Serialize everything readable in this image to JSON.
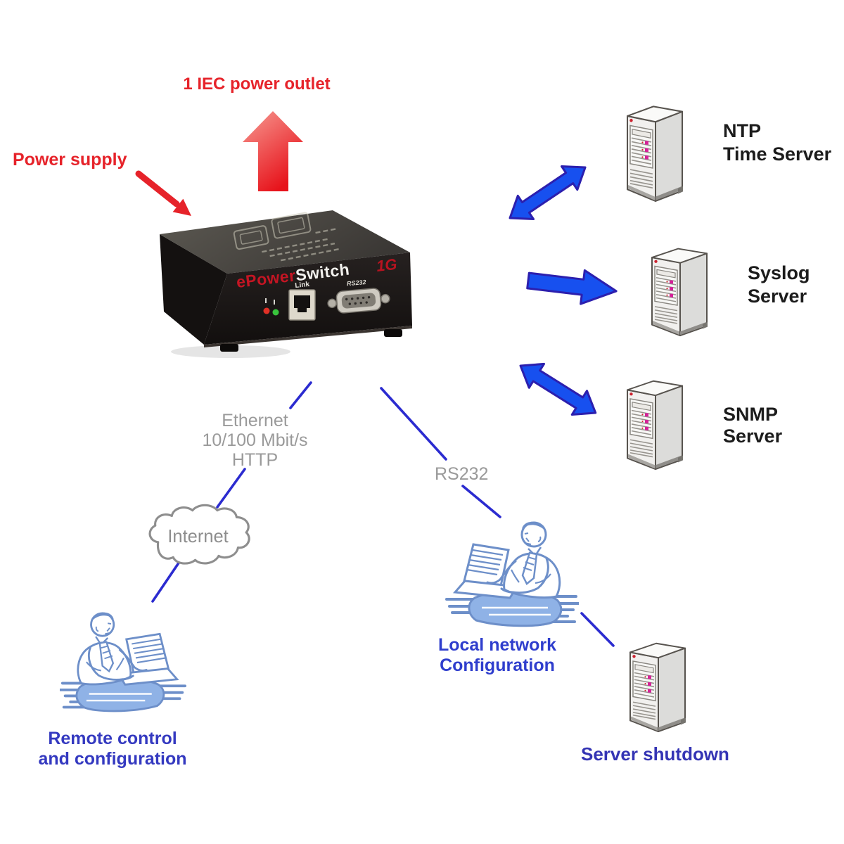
{
  "power": {
    "outlet_label": "1 IEC power outlet",
    "supply_label": "Power supply"
  },
  "device": {
    "brand_red": "ePower",
    "brand_white": "Switch",
    "model_badge": "1G",
    "ethernet_port_label": "Link",
    "serial_port_label": "RS232"
  },
  "servers": [
    {
      "label_line1": "NTP",
      "label_line2": "Time Server"
    },
    {
      "label_line1": "Syslog",
      "label_line2": "Server"
    },
    {
      "label_line1": "SNMP",
      "label_line2": "Server"
    }
  ],
  "connections": {
    "ethernet_label_line1": "Ethernet",
    "ethernet_label_line2": "10/100 Mbit/s",
    "ethernet_label_line3": "HTTP",
    "serial_label": "RS232",
    "cloud_label": "Internet"
  },
  "operators": [
    {
      "label_line1": "Remote control",
      "label_line2": "and configuration"
    },
    {
      "label_line1": "Local network",
      "label_line2": "Configuration"
    }
  ],
  "shutdown_server": {
    "label": "Server shutdown"
  },
  "colors": {
    "red": "#e6232a",
    "arrow_blue_fill": "#1750ef",
    "arrow_blue_outline": "#2c1fae",
    "connection_line_blue": "#2b2bd0",
    "label_blue": "#3439c0",
    "gray_text": "#9a9a9a",
    "server_text": "#1c1c1c"
  }
}
